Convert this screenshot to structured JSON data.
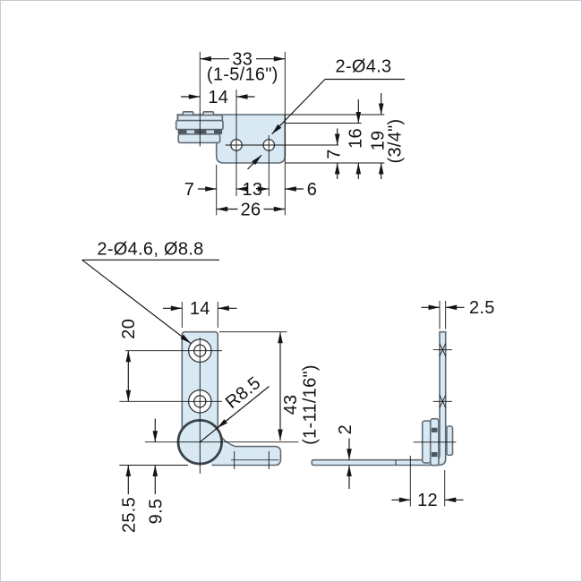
{
  "colors": {
    "part_fill": "#d9e9f4",
    "part_outline": "#5f6a74",
    "knuckle_stroke": "#3a434c",
    "dim_color": "#141414",
    "pin_dark": "#4e5861"
  },
  "views": {
    "top": {
      "name": "top view",
      "dims": {
        "overall_width": "33",
        "overall_width_in": "(1-5/16\")",
        "pin_to_hole": "14",
        "hole_callout": "2-Ø4.3",
        "edge_left": "7",
        "hole_spacing": "13",
        "edge_right": "6",
        "plate_width": "26",
        "hole_to_edge": "7",
        "depth_inner": "16",
        "depth_overall": "19",
        "depth_overall_in": "(3/4\")"
      }
    },
    "front": {
      "name": "front view",
      "dims": {
        "hole_callout": "2-Ø4.6, Ø8.8",
        "plate_width": "14",
        "hole_pitch": "20",
        "knuckle_radius": "R8.5",
        "height": "43",
        "height_in": "(1-11/16\")",
        "base_to_hole": "25.5",
        "base_to_center": "9.5"
      }
    },
    "side": {
      "name": "side view",
      "dims": {
        "plate_thickness": "2.5",
        "leaf_thickness": "2",
        "foot_depth": "12"
      }
    }
  }
}
